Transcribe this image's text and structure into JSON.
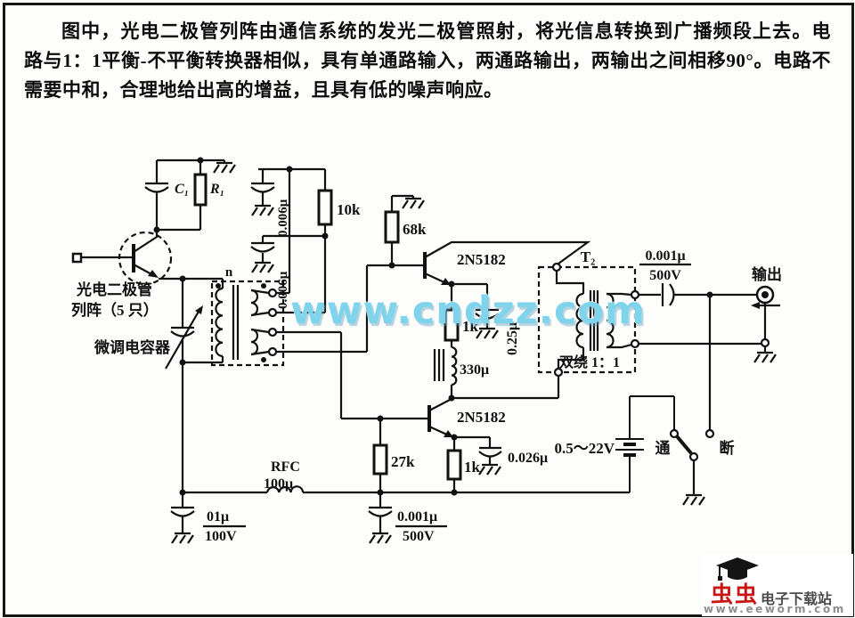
{
  "description": {
    "lines": [
      "图中，光电二极管列阵由通信系统的发光二极管照射，将光信息转换到广播频段上去。电",
      "路与1：1平衡-不平衡转换器相似，具有单通路输入，两通路输出，两输出之间相移90°。电路不",
      "需要中和，合理地给出高的增益，且具有低的噪声响应。"
    ]
  },
  "watermark": {
    "text": "www.cndzz.com",
    "color": "#7fd4ec"
  },
  "footer": {
    "brand": "虫虫",
    "site": "电子下载站",
    "url": "www.eeworm.com",
    "brand_color": "#cc1414"
  },
  "labels": {
    "c1": "C₁",
    "r1": "R₁",
    "photo_1": "光电二极管",
    "photo_2": "列阵（5 只）",
    "trimmer": "微调电容器",
    "cap006_a": "0.006μ",
    "cap006_b": "0.006μ",
    "r10k": "10k",
    "r68k": "68k",
    "q1": "2N5182",
    "q2": "2N5182",
    "n": "n",
    "t2": "T₂",
    "bifilar": "双绕 1：1",
    "outcap_value": "0.001μ",
    "outcap_voltage": "500V",
    "output": "输出",
    "cap025": "0.25μ",
    "r1k_top": "1k",
    "l330": "330μ",
    "r27k": "27k",
    "r1k_bottom": "1k",
    "cap0026": "0.026μ",
    "battery": "0.5～22V",
    "switch_on": "通",
    "switch_off": "断",
    "rfc": "RFC",
    "rfc_value": "100μ",
    "cap01_value": "01μ",
    "cap01_voltage": "100V",
    "cap0001_value": "0.001μ",
    "cap0001_voltage": "500V"
  }
}
